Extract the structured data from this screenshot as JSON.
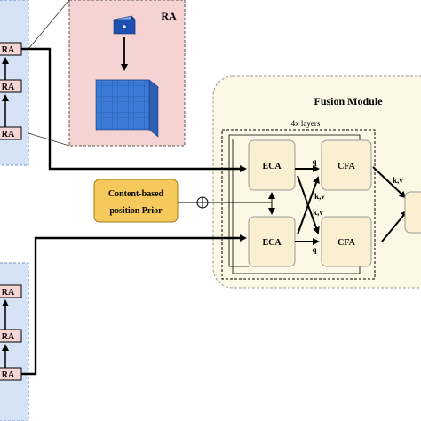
{
  "ra_panel": {
    "title": "RA"
  },
  "left_stacks": {
    "top": [
      "RA",
      "RA",
      "RA"
    ],
    "bottom": [
      "RA",
      "RA",
      "RA"
    ]
  },
  "fusion": {
    "title": "Fusion Module",
    "layers_label": "4x layers",
    "eca_top": "ECA",
    "eca_bottom": "ECA",
    "cfa_top": "CFA",
    "cfa_bottom": "CFA",
    "q_top": "q",
    "kv_top": "k,v",
    "kv_bottom": "k,v",
    "q_bottom": "q",
    "kv_out": "k,v"
  },
  "prior": {
    "line1": "Content-based",
    "line2": "position Prior"
  },
  "colors": {
    "stack_bg": "#d6e2f5",
    "ra_box": "#f6d6d4",
    "ra_panel_bg": "#f6d3d3",
    "fusion_bg": "#fdf7e6",
    "module_box": "#fbefd2",
    "prior_box": "#f6c95c"
  }
}
